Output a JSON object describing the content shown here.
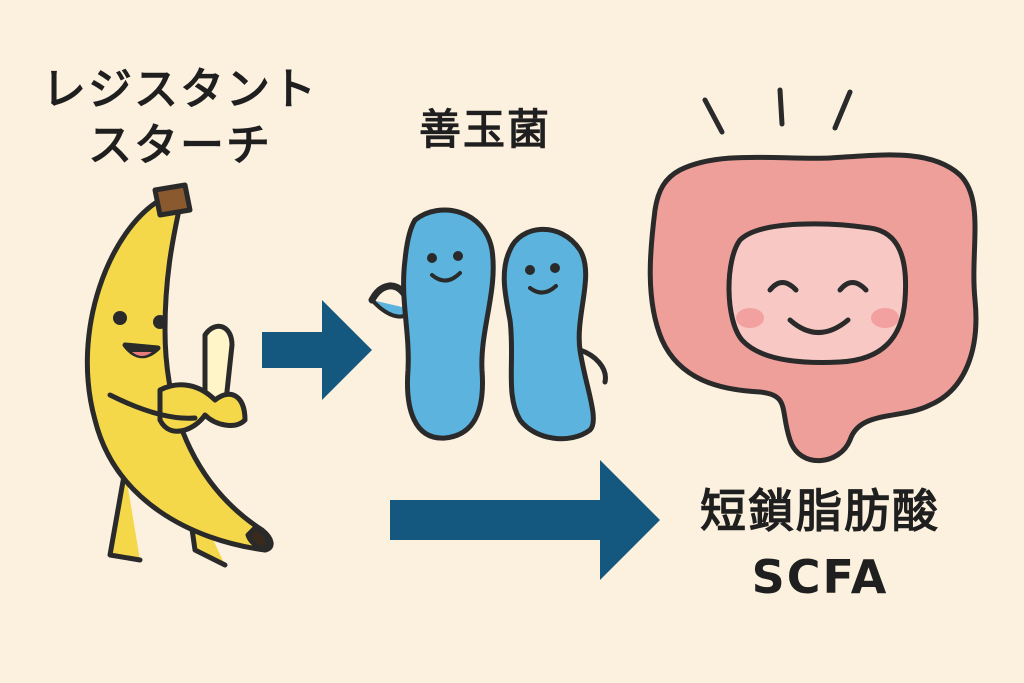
{
  "labels": {
    "resistant_starch_line1": "レジスタント",
    "resistant_starch_line2": "スターチ",
    "good_bacteria": "善玉菌",
    "scfa_jp": "短鎖脂肪酸",
    "scfa_en": "SCFA"
  },
  "colors": {
    "background": "#fcf1df",
    "banana": "#f4d84a",
    "bacteria": "#5bb3de",
    "intestine_outer": "#ef9f9a",
    "intestine_inner": "#f8c9c4",
    "arrow": "#14587f",
    "outline": "#2a2a2a"
  },
  "icons": [
    "banana-character",
    "bacteria-character",
    "bacteria-character",
    "intestine-character",
    "arrow-right-icon",
    "arrow-right-icon"
  ]
}
